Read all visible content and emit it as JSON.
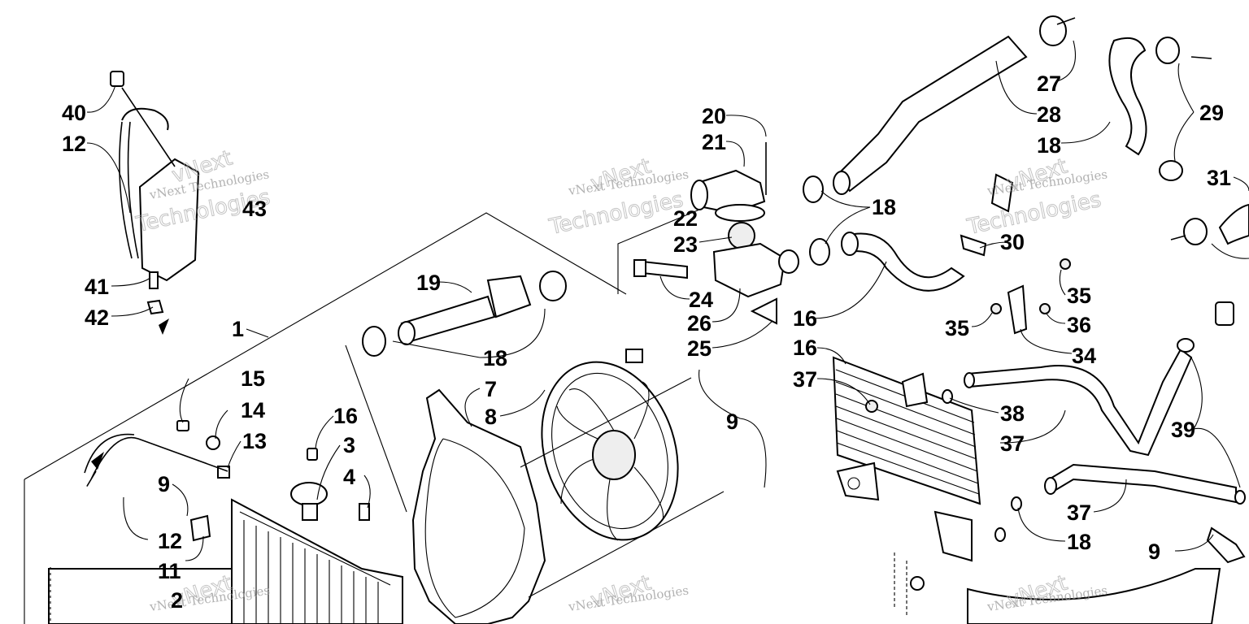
{
  "diagram": {
    "callouts": [
      "40",
      "12",
      "43",
      "41",
      "42",
      "1",
      "15",
      "14",
      "13",
      "16",
      "3",
      "4",
      "9",
      "12",
      "11",
      "2",
      "19",
      "18",
      "7",
      "8",
      "9",
      "20",
      "21",
      "22",
      "23",
      "24",
      "26",
      "25",
      "18",
      "27",
      "28",
      "18",
      "29",
      "31",
      "30",
      "16",
      "35",
      "35",
      "36",
      "34",
      "16",
      "37",
      "38",
      "37",
      "39",
      "37",
      "18",
      "9"
    ],
    "watermark": {
      "line1": "vNext Technologies",
      "line2": "Technologies",
      "line3": "vNext"
    }
  }
}
